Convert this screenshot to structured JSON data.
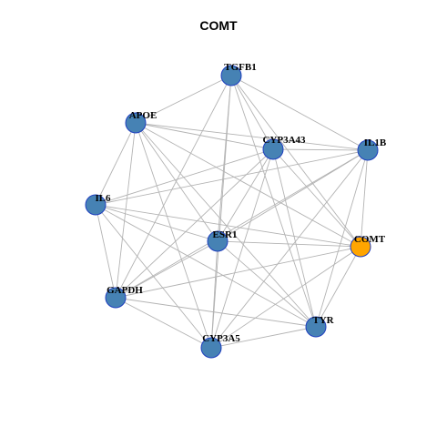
{
  "title": "COMT",
  "colors": {
    "default_node": "#4682b4",
    "highlight_node": "#ffa500",
    "node_border": "#1f3fbf",
    "edge": "#b3b3b3"
  },
  "nodes": [
    {
      "id": "TGFB1",
      "label": "TGFB1",
      "highlight": false
    },
    {
      "id": "APOE",
      "label": "APOE",
      "highlight": false
    },
    {
      "id": "CYP3A43",
      "label": "CYP3A43",
      "highlight": false
    },
    {
      "id": "IL1B",
      "label": "IL1B",
      "highlight": false
    },
    {
      "id": "IL6",
      "label": "IL6",
      "highlight": false
    },
    {
      "id": "ESR1",
      "label": "ESR1",
      "highlight": false
    },
    {
      "id": "COMT",
      "label": "COMT",
      "highlight": true
    },
    {
      "id": "GAPDH",
      "label": "GAPDH",
      "highlight": false
    },
    {
      "id": "TYR",
      "label": "TYR",
      "highlight": false
    },
    {
      "id": "CYP3A5",
      "label": "CYP3A5",
      "highlight": false
    }
  ],
  "edges": [
    [
      "TGFB1",
      "APOE"
    ],
    [
      "TGFB1",
      "CYP3A43"
    ],
    [
      "TGFB1",
      "IL1B"
    ],
    [
      "TGFB1",
      "COMT"
    ],
    [
      "TGFB1",
      "ESR1"
    ],
    [
      "TGFB1",
      "GAPDH"
    ],
    [
      "TGFB1",
      "CYP3A5"
    ],
    [
      "TGFB1",
      "TYR"
    ],
    [
      "APOE",
      "IL6"
    ],
    [
      "APOE",
      "CYP3A43"
    ],
    [
      "APOE",
      "IL1B"
    ],
    [
      "APOE",
      "ESR1"
    ],
    [
      "APOE",
      "GAPDH"
    ],
    [
      "APOE",
      "CYP3A5"
    ],
    [
      "APOE",
      "COMT"
    ],
    [
      "APOE",
      "TYR"
    ],
    [
      "CYP3A43",
      "IL1B"
    ],
    [
      "CYP3A43",
      "IL6"
    ],
    [
      "CYP3A43",
      "ESR1"
    ],
    [
      "CYP3A43",
      "COMT"
    ],
    [
      "CYP3A43",
      "GAPDH"
    ],
    [
      "CYP3A43",
      "TYR"
    ],
    [
      "CYP3A43",
      "CYP3A5"
    ],
    [
      "IL1B",
      "IL6"
    ],
    [
      "IL1B",
      "ESR1"
    ],
    [
      "IL1B",
      "COMT"
    ],
    [
      "IL1B",
      "GAPDH"
    ],
    [
      "IL1B",
      "TYR"
    ],
    [
      "IL1B",
      "CYP3A5"
    ],
    [
      "IL6",
      "ESR1"
    ],
    [
      "IL6",
      "COMT"
    ],
    [
      "IL6",
      "GAPDH"
    ],
    [
      "IL6",
      "TYR"
    ],
    [
      "IL6",
      "CYP3A5"
    ],
    [
      "ESR1",
      "COMT"
    ],
    [
      "ESR1",
      "GAPDH"
    ],
    [
      "ESR1",
      "TYR"
    ],
    [
      "ESR1",
      "CYP3A5"
    ],
    [
      "COMT",
      "GAPDH"
    ],
    [
      "COMT",
      "TYR"
    ],
    [
      "COMT",
      "CYP3A5"
    ],
    [
      "GAPDH",
      "TYR"
    ],
    [
      "GAPDH",
      "CYP3A5"
    ],
    [
      "TYR",
      "CYP3A5"
    ]
  ]
}
